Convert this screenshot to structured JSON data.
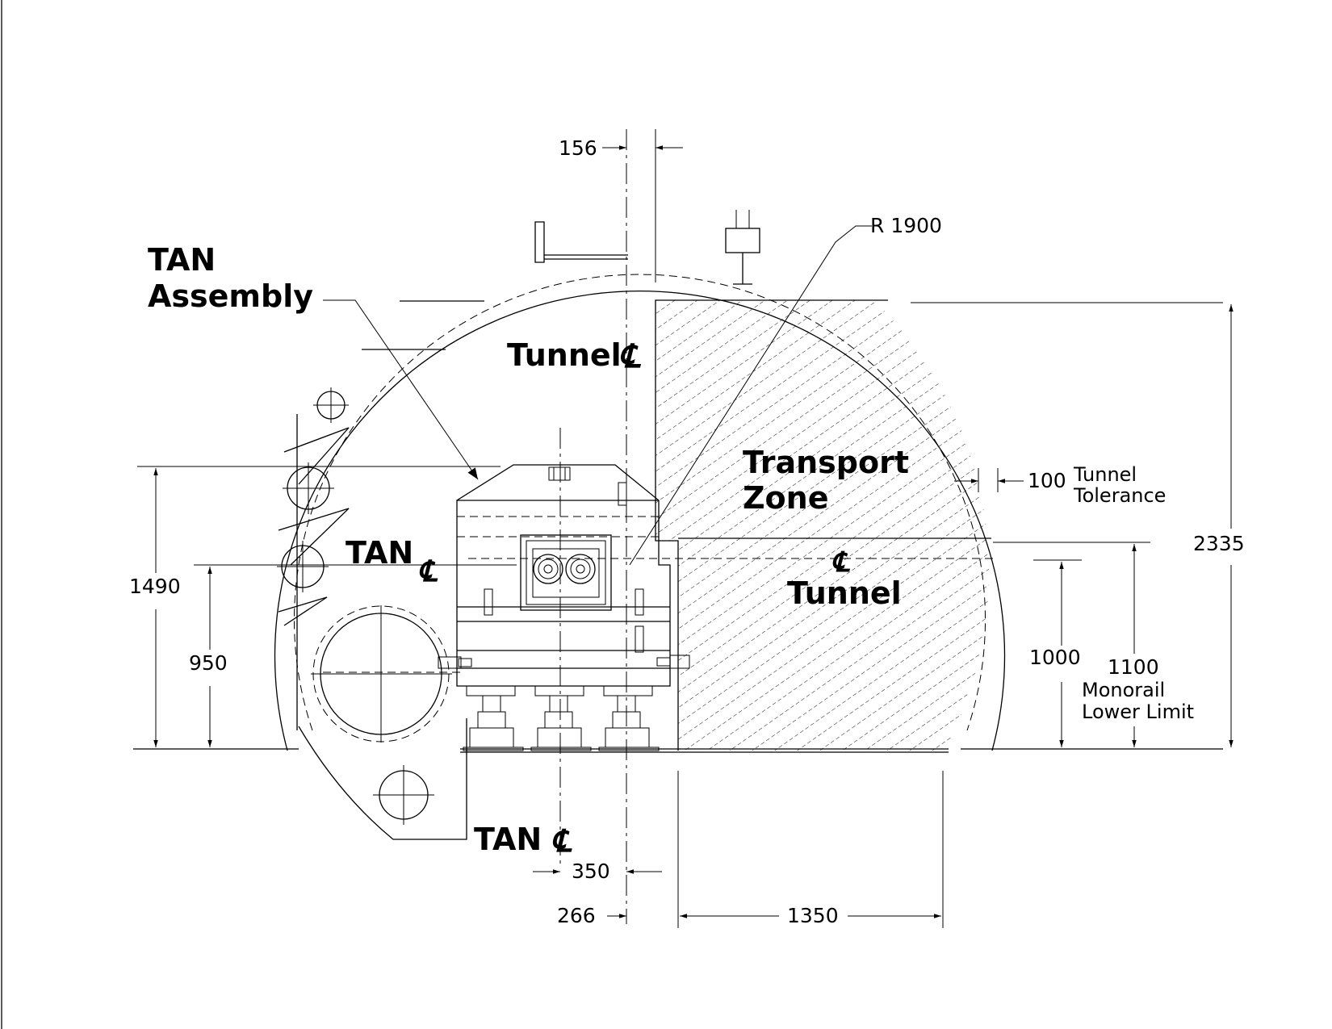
{
  "labels": {
    "tan_assembly_line1": "TAN",
    "tan_assembly_line2": "Assembly",
    "tunnel_cl_top": "Tunnel",
    "transport_zone_line1": "Transport",
    "transport_zone_line2": "Zone",
    "tan_cl_mid": "TAN",
    "tunnel_cl_right": "Tunnel",
    "tan_cl_bottom": "TAN",
    "centerline_symbol": "℄"
  },
  "dimensions": {
    "d156": "156",
    "r1900": "R 1900",
    "d100": "100",
    "tunnel_tolerance_line1": "Tunnel",
    "tunnel_tolerance_line2": "Tolerance",
    "d2335": "2335",
    "d1490": "1490",
    "d950": "950",
    "d1000": "1000",
    "d1100": "1100",
    "monorail_line1": "Monorail",
    "monorail_line2": "Lower  Limit",
    "d350": "350",
    "d266": "266",
    "d1350": "1350"
  },
  "colors": {
    "ink": "#000000",
    "paper": "#ffffff"
  }
}
